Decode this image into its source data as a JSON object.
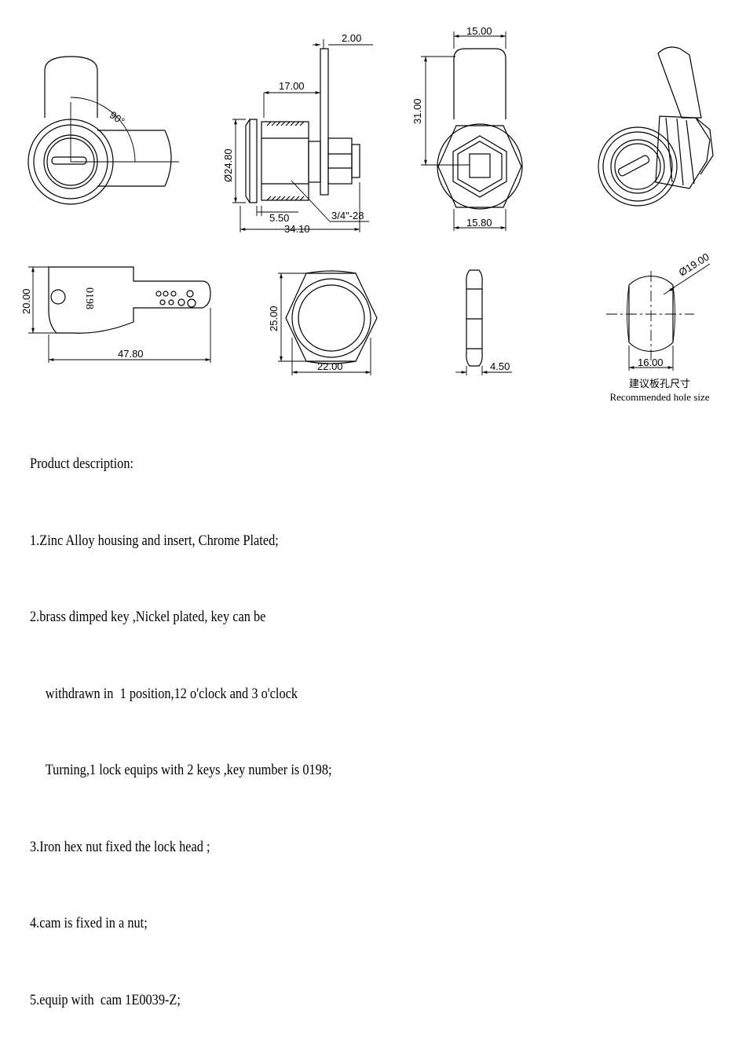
{
  "dimensions": {
    "side_top": "2.00",
    "side_length": "17.00",
    "side_diameter": "Ø24.80",
    "side_flange": "5.50",
    "side_thread": "3/4\"-28",
    "side_total": "34.10",
    "front_angle": "90°",
    "rear_width": "15.00",
    "rear_height": "31.00",
    "rear_bottom": "15.80",
    "key_height": "20.00",
    "key_length": "47.80",
    "key_number": "0198",
    "nut_height": "25.00",
    "nut_width": "22.00",
    "nut_thickness": "4.50",
    "hole_diameter": "Ø19.00",
    "hole_flat": "16.00"
  },
  "hole_caption": {
    "chinese": "建议板孔尺寸",
    "english": "Recommended hole size"
  },
  "description": {
    "heading": "Product description:",
    "lines": [
      "1.Zinc Alloy housing and insert, Chrome Plated;",
      "2.brass dimped key ,Nickel plated, key can be",
      "withdrawn in  1 position,12 o'clock and 3 o'clock",
      "Turning,1 lock equips with 2 keys ,key number is 0198;",
      "3.Iron hex nut fixed the lock head ;",
      "4.cam is fixed in a nut;",
      "5.equip with  cam 1E0039-Z;"
    ]
  }
}
